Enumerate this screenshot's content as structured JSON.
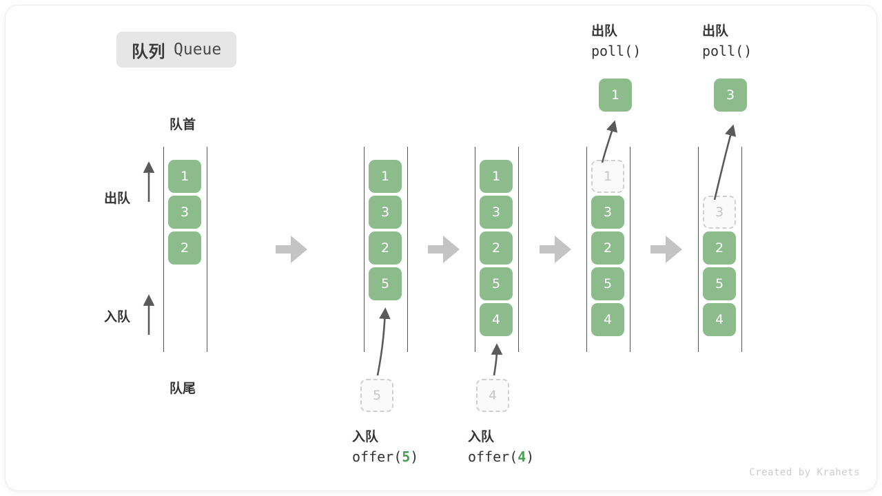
{
  "title": {
    "cn": "队列",
    "en": "Queue"
  },
  "labels": {
    "head": "队首",
    "tail": "队尾",
    "dequeue": "出队",
    "enqueue": "入队"
  },
  "watermark": "Created by Krahets",
  "colors": {
    "item_green": "#8cbc8c",
    "ghost_border": "#cfcfcf",
    "ghost_text": "#c6c6c6",
    "rail": "#555555",
    "arrow": "#5a5a5a",
    "step_arrow": "#c4c4c4",
    "badge_bg": "#e6e6e6",
    "code_number": "#4a9d55"
  },
  "columns": [
    {
      "id": "initial",
      "items": [
        "1",
        "3",
        "2"
      ],
      "ghost_slots": [],
      "pending": null,
      "result": null,
      "caption": null
    },
    {
      "id": "after-offer-5",
      "items": [
        "1",
        "3",
        "2",
        "5"
      ],
      "ghost_slots": [],
      "pending": "5",
      "result": null,
      "caption": {
        "cn": "入队",
        "fn": "offer(",
        "num": "5",
        "close": ")"
      }
    },
    {
      "id": "after-offer-4",
      "items": [
        "1",
        "3",
        "2",
        "5",
        "4"
      ],
      "ghost_slots": [],
      "pending": "4",
      "result": null,
      "caption": {
        "cn": "入队",
        "fn": "offer(",
        "num": "4",
        "close": ")"
      }
    },
    {
      "id": "poll-1",
      "items": [
        "3",
        "2",
        "5",
        "4"
      ],
      "ghost_slots": [
        {
          "row": 0,
          "value": "1"
        }
      ],
      "pending": null,
      "result": "1",
      "caption": {
        "cn": "出队",
        "fn": "poll(",
        "num": "",
        "close": ")"
      }
    },
    {
      "id": "poll-3",
      "items": [
        "2",
        "5",
        "4"
      ],
      "ghost_slots": [
        {
          "row": 1,
          "value": "3"
        }
      ],
      "pending": null,
      "result": "3",
      "caption": {
        "cn": "出队",
        "fn": "poll(",
        "num": "",
        "close": ")"
      }
    }
  ]
}
